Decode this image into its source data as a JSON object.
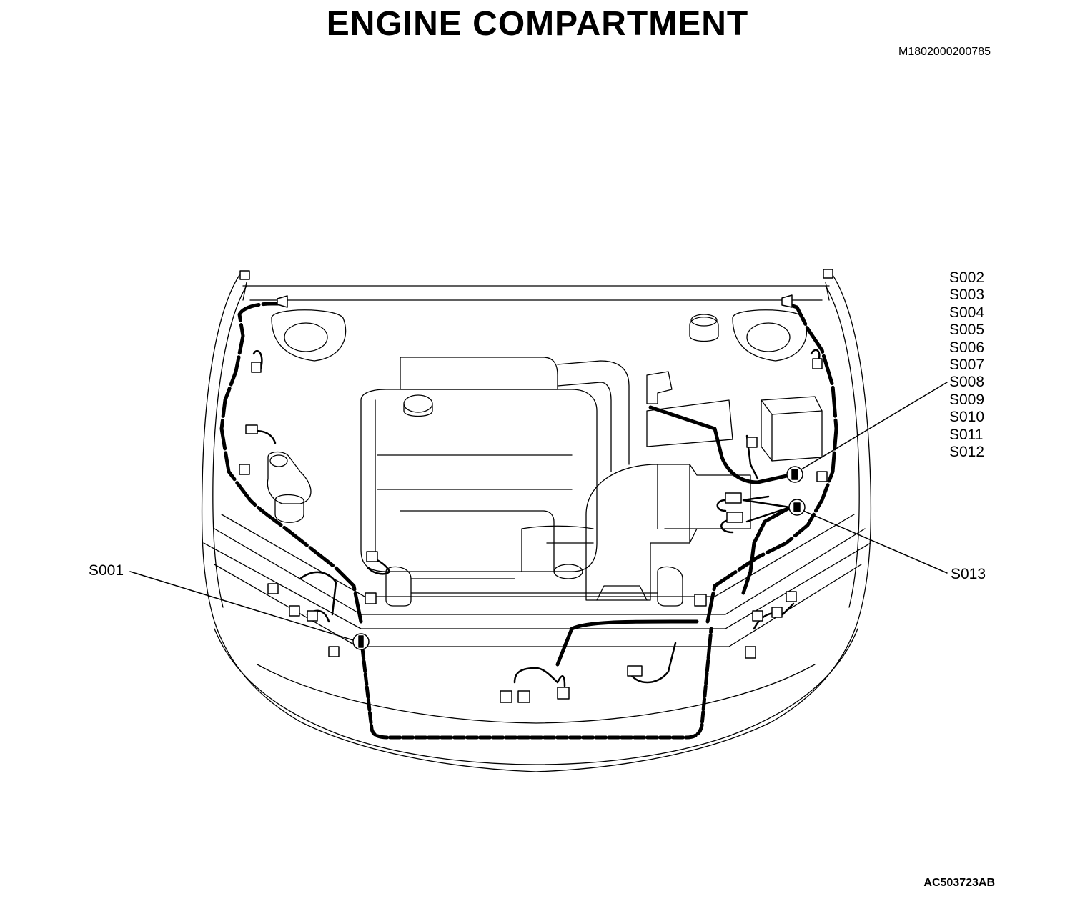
{
  "title": "ENGINE COMPARTMENT",
  "document_id": "M1802000200785",
  "figure_id": "AC503723AB",
  "splice_labels": {
    "left": "S001",
    "right_group": [
      "S002",
      "S003",
      "S004",
      "S005",
      "S006",
      "S007",
      "S008",
      "S009",
      "S010",
      "S011",
      "S012"
    ],
    "right_single": "S013"
  },
  "colors": {
    "line": "#000000",
    "background": "#ffffff"
  }
}
